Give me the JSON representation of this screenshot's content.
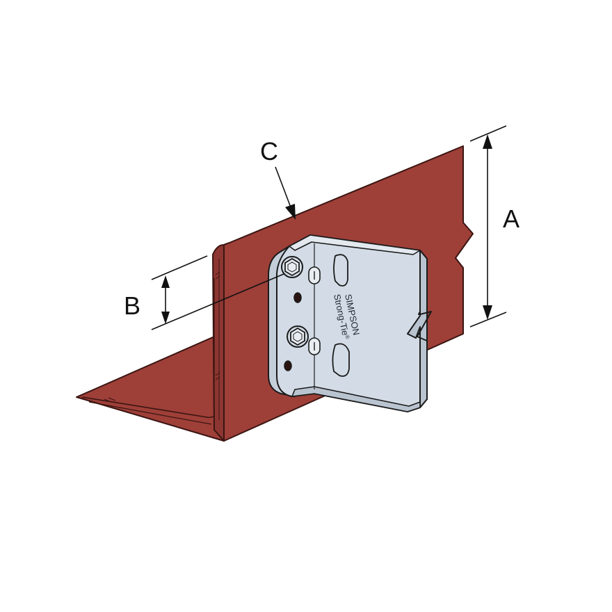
{
  "diagram": {
    "labels": {
      "a": "A",
      "b": "B",
      "c": "C"
    },
    "brand": {
      "line1": "SIMPSON",
      "line2": "Strong-Tie",
      "mark": "®"
    },
    "colors": {
      "angle_fill": "#9E3F38",
      "angle_edge": "#3a1512",
      "bracket_fill": "#D3DCE6",
      "bracket_edge": "#1b1b1b",
      "lines": "#111111"
    },
    "icons": {
      "fastener": "hex-bolt-icon",
      "slot": "slot-hole-icon",
      "hole": "round-hole-icon"
    }
  }
}
